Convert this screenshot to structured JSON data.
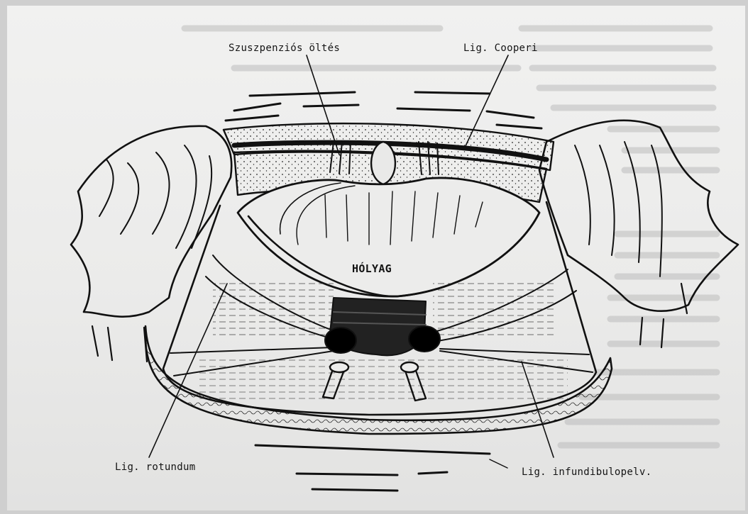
{
  "labels": {
    "suspension_suture": "Szuszpenziós öltés",
    "cooper_ligament": "Lig. Cooperi",
    "bladder": "HÓLYAG",
    "round_ligament": "Lig. rotundum",
    "infundibulopelvic_ligament": "Lig. infundibulopelv."
  },
  "colors": {
    "ink": "#111111",
    "paper": "#eeeeed",
    "bleed_through_text": "#bdbdbd"
  }
}
